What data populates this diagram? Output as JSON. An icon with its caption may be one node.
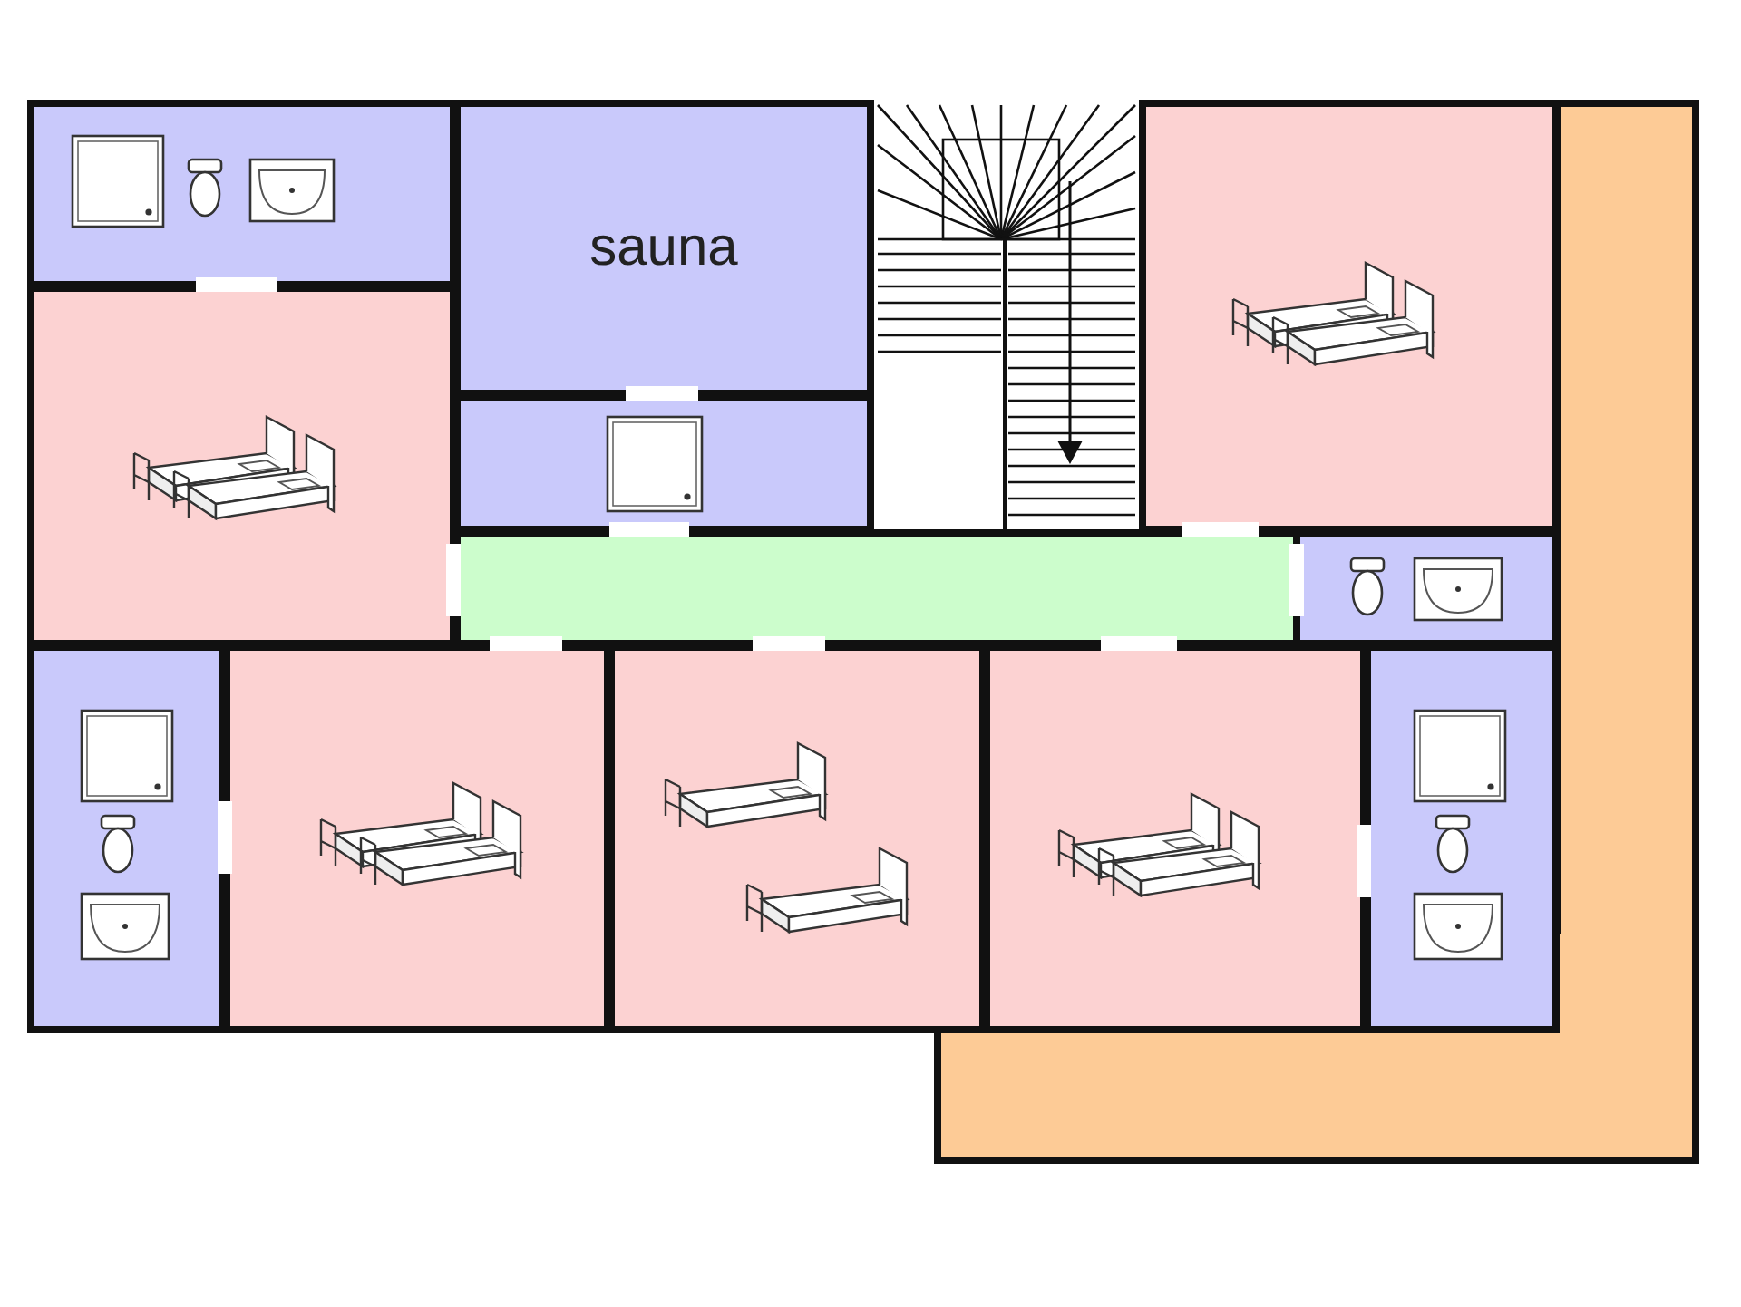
{
  "diagram": {
    "nodes": [
      {
        "text": [],
        "shape": "box"
      },
      {
        "text": [
          "sauna"
        ]
      },
      {
        "text": [],
        "shape": "box"
      },
      {
        "text": [],
        "shape": "box"
      },
      {
        "text": [],
        "shape": "box"
      },
      {
        "text": [],
        "shape": "box"
      },
      {
        "text": [],
        "shape": "box"
      },
      {
        "text": [],
        "shape": "box"
      },
      {
        "text": [],
        "shape": "box"
      },
      {
        "text": [],
        "shape": "box"
      },
      {
        "text": [],
        "shape": "box"
      },
      {
        "text": [],
        "shape": "box"
      },
      {
        "text": [],
        "shape": "box"
      }
    ]
  }
}
